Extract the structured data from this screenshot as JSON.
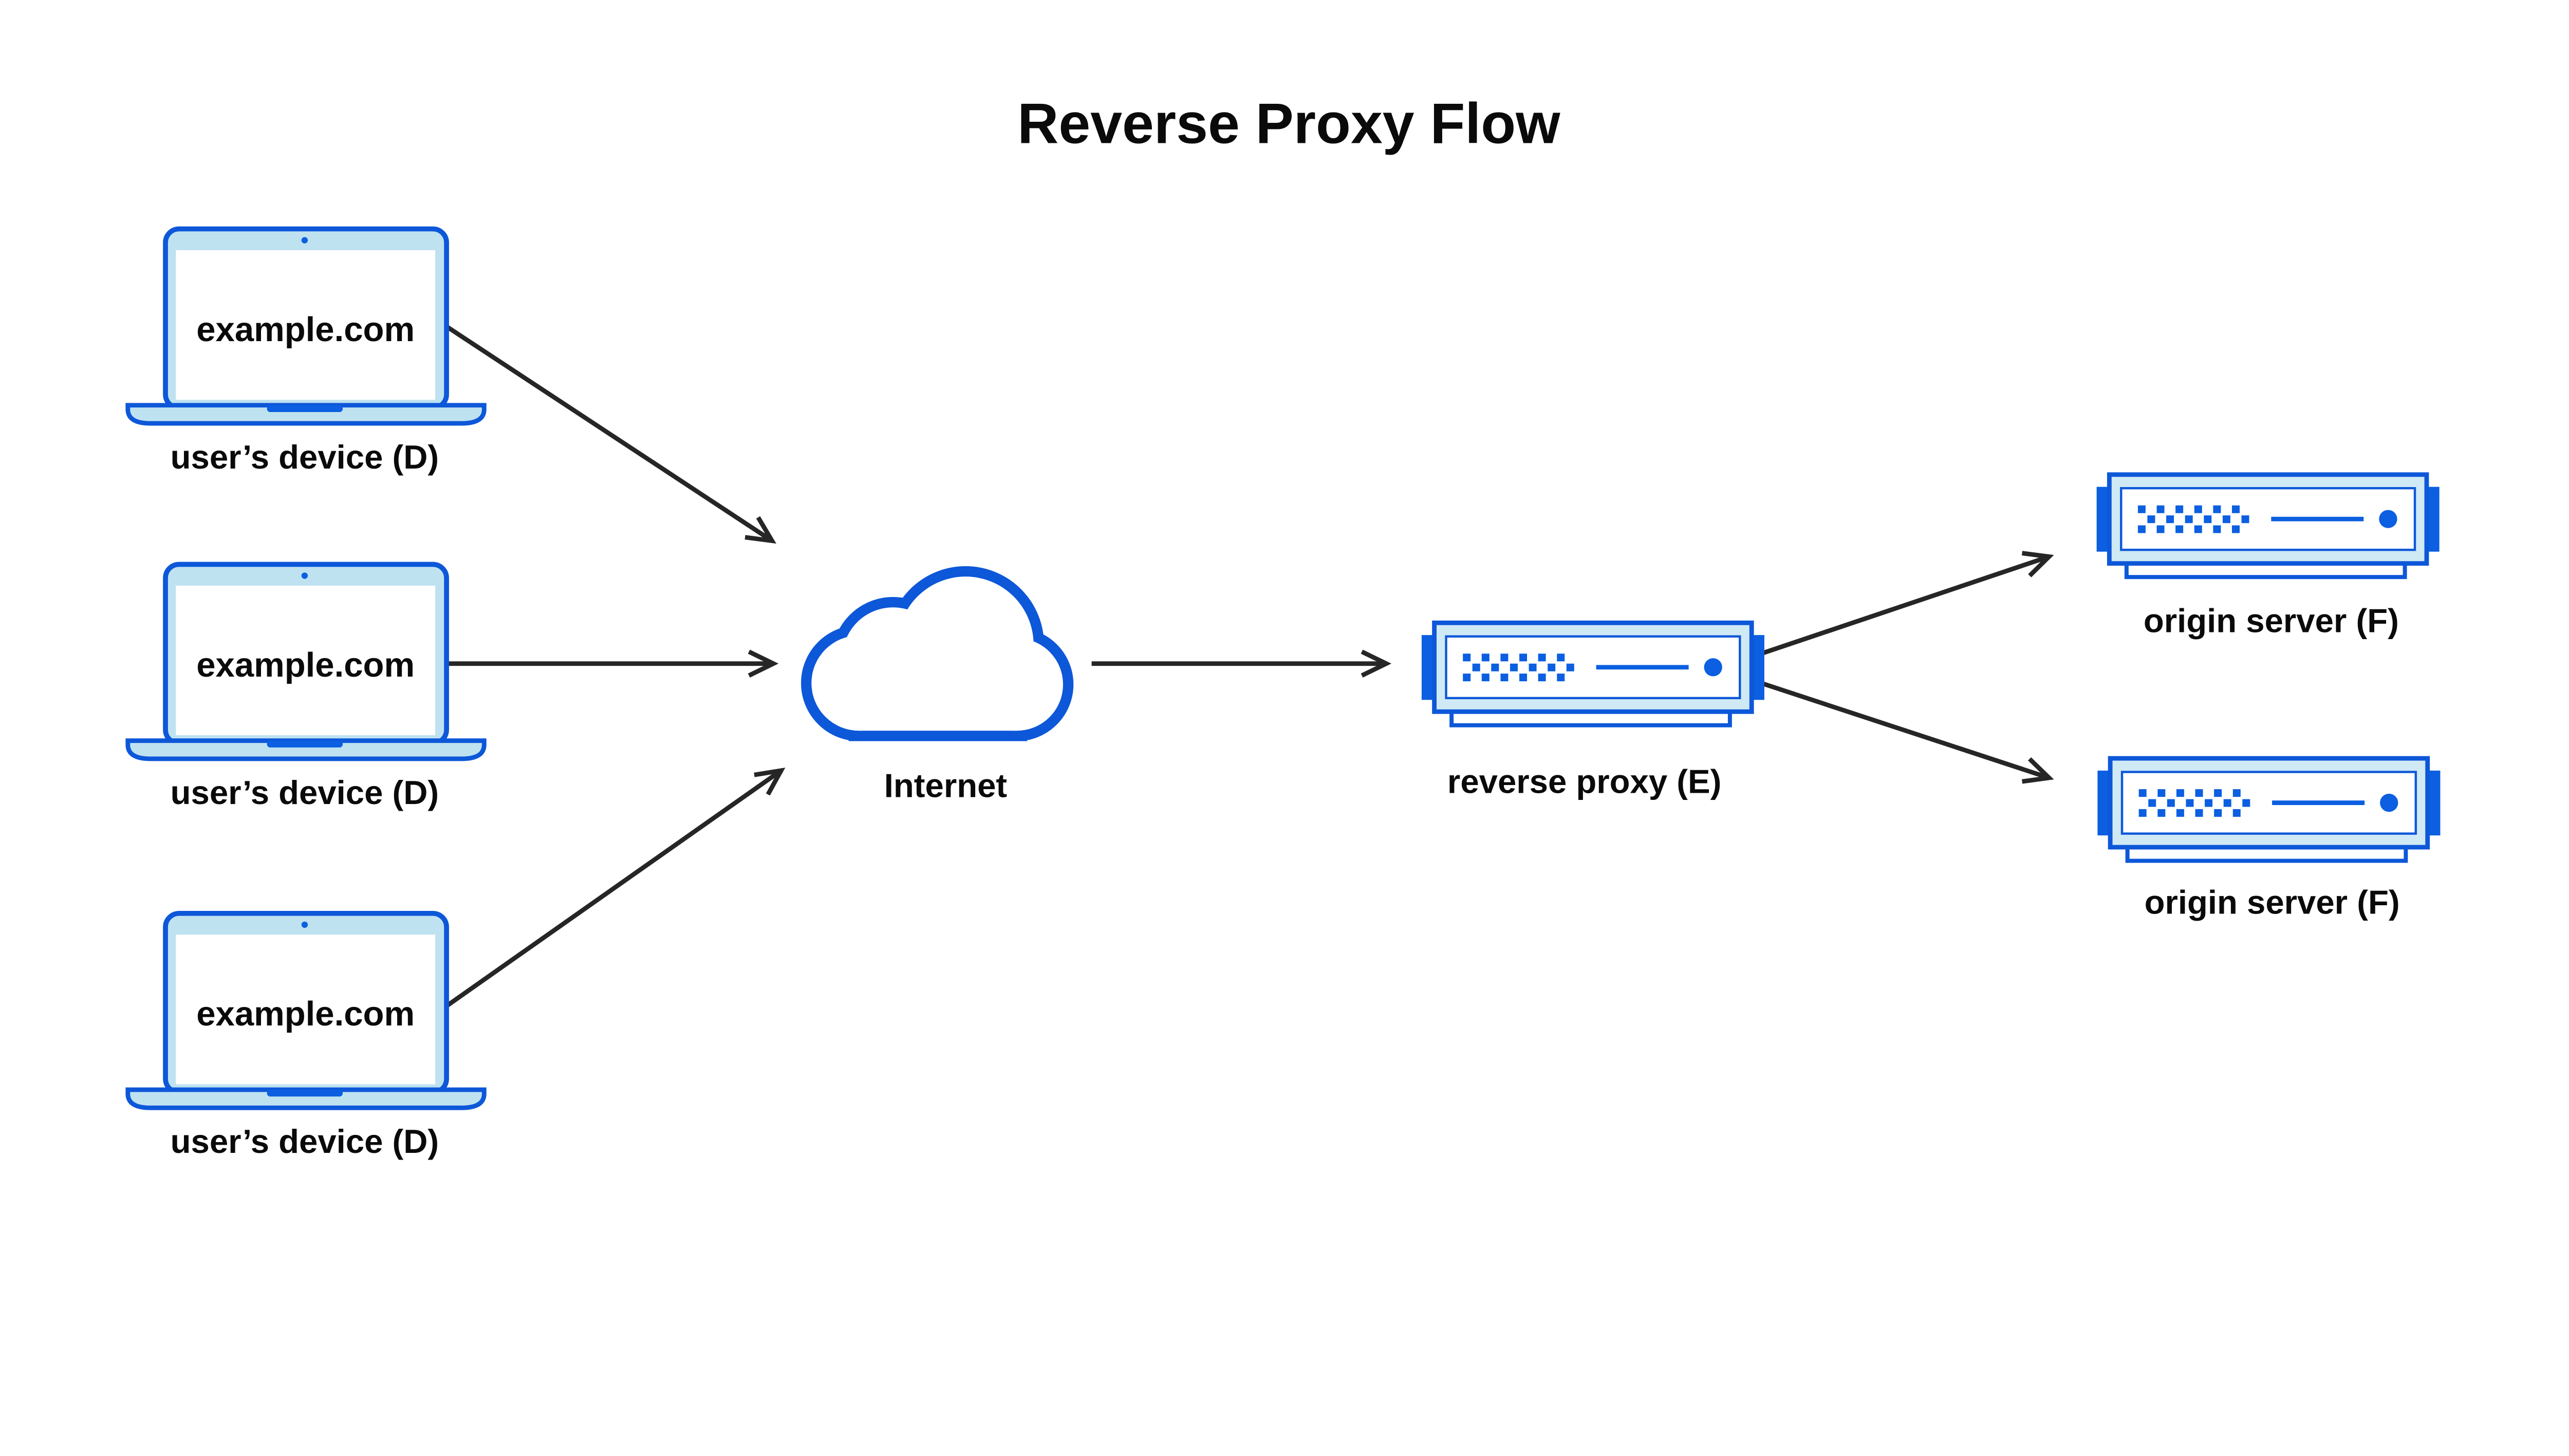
{
  "title": "Reverse Proxy Flow",
  "diagram": {
    "devices": [
      {
        "screen_text": "example.com",
        "label": "user’s device (D)"
      },
      {
        "screen_text": "example.com",
        "label": "user’s device (D)"
      },
      {
        "screen_text": "example.com",
        "label": "user’s device (D)"
      }
    ],
    "internet": {
      "label": "Internet"
    },
    "reverse_proxy": {
      "label": "reverse proxy (E)"
    },
    "origin_servers": [
      {
        "label": "origin server (F)"
      },
      {
        "label": "origin server (F)"
      }
    ]
  },
  "colors": {
    "stroke_blue": "#0d57d9",
    "accent_blue": "#0b5fe0",
    "laptop_fill": "#bfe2f1",
    "server_fill": "#cfe9f5",
    "arrow": "#262626",
    "text": "#0a0a0a",
    "background": "#ffffff"
  }
}
